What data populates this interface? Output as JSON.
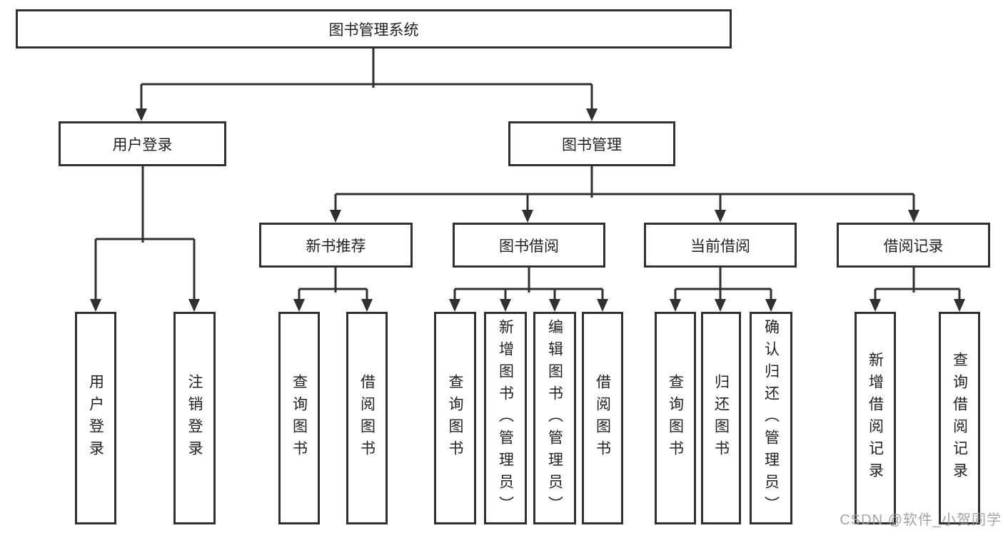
{
  "diagram": {
    "root": {
      "label": "图书管理系统"
    },
    "level2": [
      {
        "label": "用户登录"
      },
      {
        "label": "图书管理"
      }
    ],
    "level3": [
      {
        "label": "新书推荐"
      },
      {
        "label": "图书借阅"
      },
      {
        "label": "当前借阅"
      },
      {
        "label": "借阅记录"
      }
    ],
    "leaves": {
      "login": [
        {
          "label": "用户登录"
        },
        {
          "label": "注销登录"
        }
      ],
      "recommend": [
        {
          "label": "查询图书"
        },
        {
          "label": "借阅图书"
        }
      ],
      "borrow": [
        {
          "label": "查询图书"
        },
        {
          "label": "新增图书（管理员）"
        },
        {
          "label": "编辑图书（管理员）"
        },
        {
          "label": "借阅图书"
        }
      ],
      "current": [
        {
          "label": "查询图书"
        },
        {
          "label": "归还图书"
        },
        {
          "label": "确认归还（管理员）"
        }
      ],
      "records": [
        {
          "label": "新增借阅记录"
        },
        {
          "label": "查询借阅记录"
        }
      ]
    },
    "watermark": "CSDN @软件_小贺同学",
    "colors": {
      "line": "#303030",
      "text": "#222222",
      "background": "#ffffff",
      "watermark": "#9a9a9a"
    }
  }
}
